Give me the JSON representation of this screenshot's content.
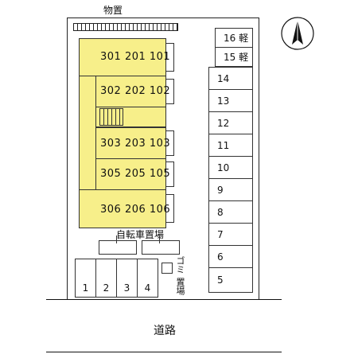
{
  "map": {
    "storage_label": "物置",
    "units": [
      "301 201 101",
      "302 202 102",
      "303 203 103",
      "305 205 105",
      "306 206 106"
    ],
    "bicycle_parking_label": "自転車置場",
    "garbage_label_top": "ゴミ",
    "garbage_label_bottom": "置場",
    "road_label": "道路",
    "right_stalls": [
      "16 軽",
      "15 軽",
      "14",
      "13",
      "12",
      "11",
      "10",
      "9",
      "8",
      "7",
      "6",
      "5"
    ],
    "bottom_stalls": [
      "1",
      "2",
      "3",
      "4"
    ],
    "compass_icon": "north-arrow-icon",
    "colors": {
      "building": "#f7ef8a",
      "lines": "#222222"
    }
  }
}
